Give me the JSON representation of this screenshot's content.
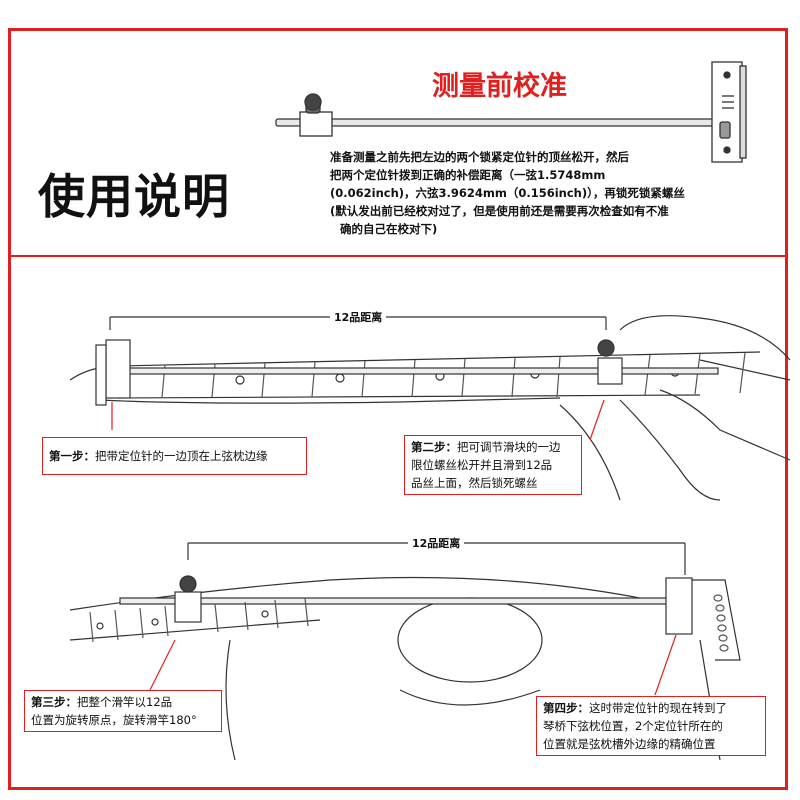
{
  "header": {
    "title": "使用说明",
    "calibration_title": "测量前校准",
    "calibration_lines": [
      "准备测量之前先把左边的两个锁紧定位针的顶丝松开，然后",
      "把两个定位针拨到正确的补偿距离（一弦1.5748mm",
      "(0.062inch)，六弦3.9624mm（0.156inch)），再锁死锁紧螺丝",
      "(默认发出前已经校对过了，但是使用前还是需要再次检查如有不准",
      "确的自己在校对下)"
    ]
  },
  "diagram1": {
    "distance_label": "12品距离"
  },
  "diagram2": {
    "distance_label": "12品距离"
  },
  "steps": [
    {
      "label": "第一步：",
      "text": "把带定位针的一边顶在上弦枕边缘"
    },
    {
      "label": "第二步：",
      "text": "把可调节滑块的一边限位螺丝松开并且滑到12品品丝上面，然后锁死螺丝",
      "lines": [
        "把可调节滑块的一边",
        "限位螺丝松开并且滑到12品",
        "品丝上面，然后锁死螺丝"
      ]
    },
    {
      "label": "第三步：",
      "text": "把整个滑竿以12品位置为旋转原点，旋转滑竿180°",
      "lines": [
        "把整个滑竿以12品",
        "位置为旋转原点，旋转滑竿180°"
      ]
    },
    {
      "label": "第四步：",
      "text": "这时带定位针的现在转到了琴桥下弦枕位置，2个定位针所在的位置就是弦枕槽外边缘的精确位置",
      "lines": [
        "这时带定位针的现在转到了",
        "琴桥下弦枕位置，2个定位针所在的",
        "位置就是弦枕槽外边缘的精确位置"
      ]
    }
  ],
  "colors": {
    "accent": "#e02020",
    "ink": "#111111"
  }
}
